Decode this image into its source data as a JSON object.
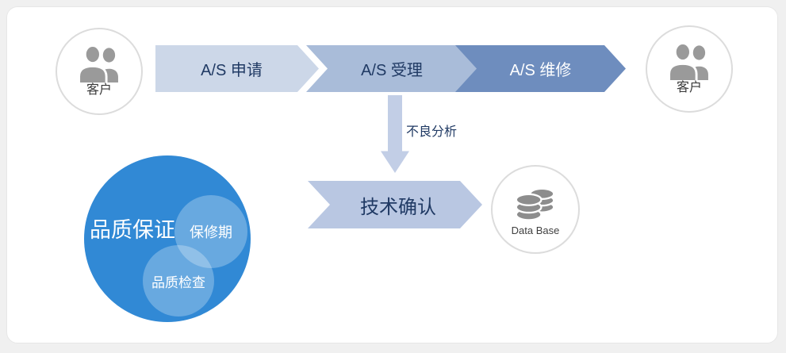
{
  "actors": {
    "customer_left": {
      "label": "客户",
      "icon": "people-icon"
    },
    "customer_right": {
      "label": "客户",
      "icon": "people-icon"
    },
    "database": {
      "label": "Data Base",
      "icon": "database-icon"
    }
  },
  "process": {
    "steps": [
      {
        "label": "A/S 申请"
      },
      {
        "label": "A/S 受理"
      },
      {
        "label": "A/S 维修"
      }
    ],
    "branch_label": "不良分析",
    "confirm_label": "技术确认"
  },
  "quality": {
    "main_label": "品质保证",
    "sub_labels": [
      "保修期",
      "品质检查"
    ]
  },
  "colors": {
    "step_fill_1": "#CCD7E8",
    "step_fill_2": "#A9BCD9",
    "step_fill_3": "#6E8DBE",
    "branch_arrow_fill": "#C2CEE6",
    "confirm_fill": "#B9C7E2",
    "quality_circle_fill": "#3189D5",
    "sub_circle_fill": "rgba(255,255,255,0.27)",
    "dark_text": "#203A64",
    "icon_gray": "#9A9A9A",
    "circle_border": "#DCDCDC",
    "card_background": "#FFFFFF",
    "page_background": "#F0F0F0"
  }
}
